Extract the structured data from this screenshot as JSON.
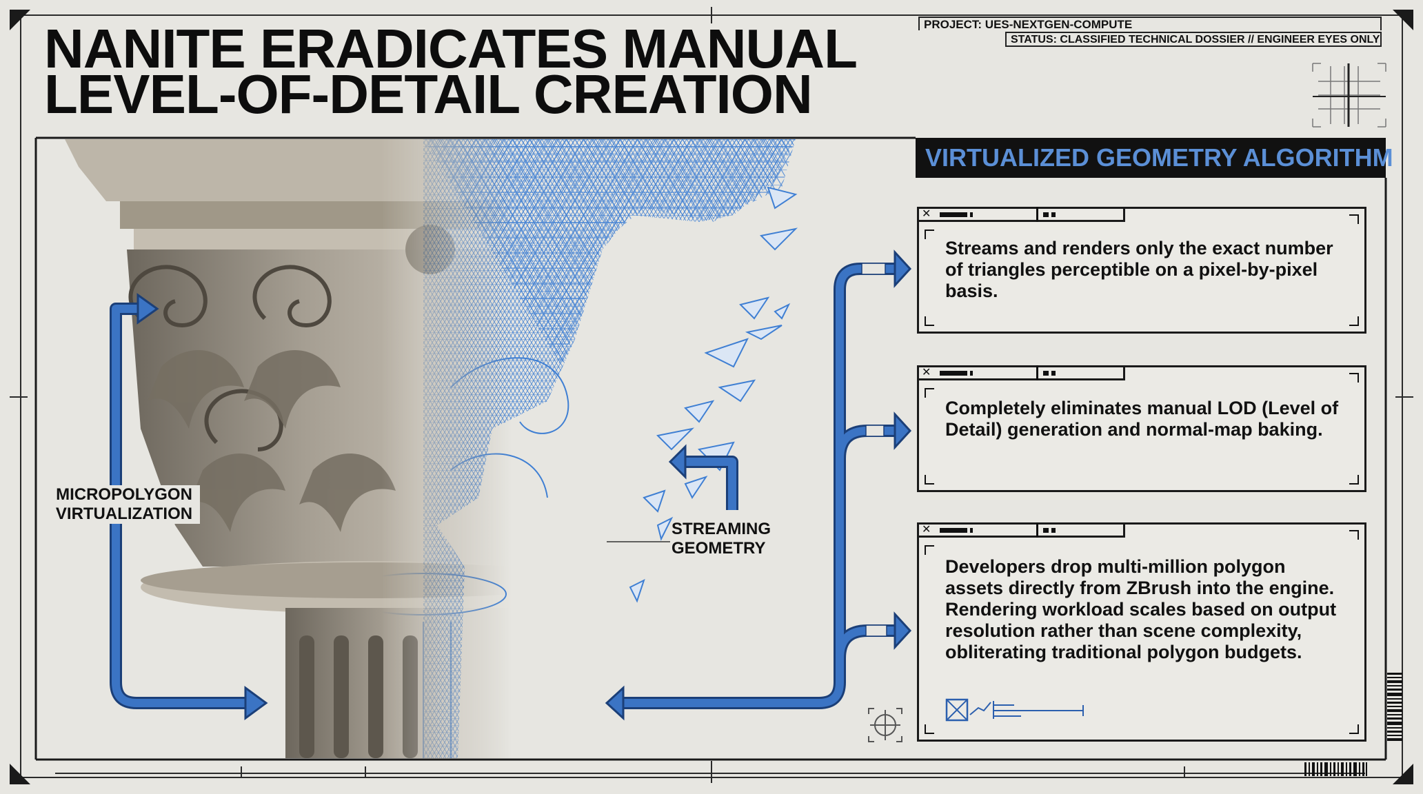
{
  "header": {
    "title_line1": "NANITE ERADICATES MANUAL",
    "title_line2": "LEVEL-OF-DETAIL CREATION",
    "project": "PROJECT: UES-NEXTGEN-COMPUTE",
    "status": "STATUS: CLASSIFIED TECHNICAL DOSSIER // ENGINEER EYES ONLY"
  },
  "section": {
    "title": "VIRTUALIZED GEOMETRY ALGORITHM"
  },
  "cards": [
    {
      "text": "Streams and renders only the exact number of triangles perceptible on a pixel-by-pixel basis."
    },
    {
      "text": "Completely eliminates manual LOD (Level of Detail) generation and normal-map baking."
    },
    {
      "text": "Developers drop multi-million polygon assets directly from ZBrush into the engine. Rendering workload scales based on output resolution rather than scene complexity, obliterating traditional polygon budgets."
    }
  ],
  "labels": {
    "micropolygon": "MICROPOLYGON VIRTUALIZATION",
    "streaming": "STREAMING GEOMETRY"
  },
  "colors": {
    "accent_blue": "#3b74c4",
    "wire_blue": "#3f7fd3",
    "ink": "#111111",
    "paper": "#e7e6e1",
    "stone": "#8f877a"
  },
  "icons": [
    "close-icon",
    "crosshair-icon",
    "schematic-icon",
    "barcode-icon"
  ]
}
